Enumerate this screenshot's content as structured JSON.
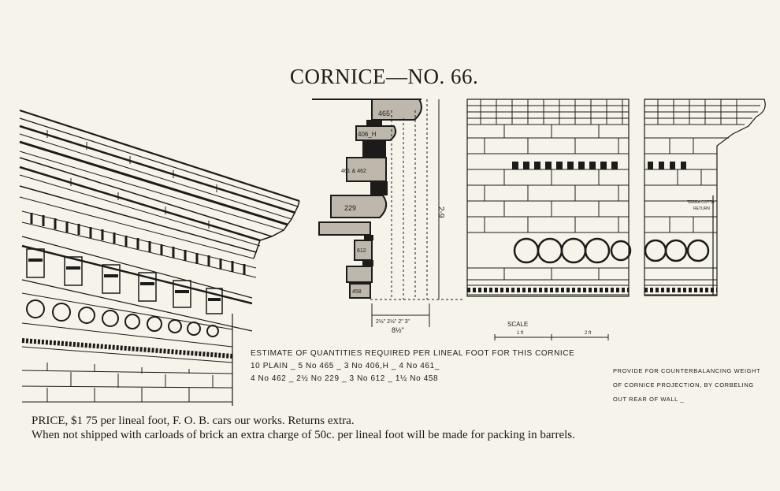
{
  "title": "CORNICE—NO. 66.",
  "section_labels": [
    "465",
    "406_H",
    "461 & 462",
    "229",
    "612",
    "458"
  ],
  "dimension_height": "2-9",
  "dimension_width": "8½\"",
  "dimension_sub": "2½\" 2½\" 2\" 3\"",
  "scale": {
    "label": "SCALE",
    "one": "1 ft",
    "two": "2 ft"
  },
  "return_label": [
    "TERRA COTTA",
    "RETURN"
  ],
  "estimate": {
    "heading": "ESTIMATE OF QUANTITIES REQUIRED PER LINEAL FOOT FOR THIS CORNICE",
    "line1": "10 PLAIN _ 5 No 465 _ 3 No 406,H _ 4 No 461_",
    "line2": "4 No 462 _ 2½ No 229 _ 3 No 612 _ 1½ No 458"
  },
  "note": [
    "PROVIDE FOR COUNTERBALANCING WEIGHT",
    "OF CORNICE PROJECTION, BY CORBELING",
    "OUT REAR OF WALL _"
  ],
  "price": {
    "line1": "PRICE, $1 75 per lineal foot, F. O. B. cars our works. Returns extra.",
    "line2": "When not shipped with carloads of brick an extra charge of 50c. per lineal foot will be made for packing in barrels."
  }
}
